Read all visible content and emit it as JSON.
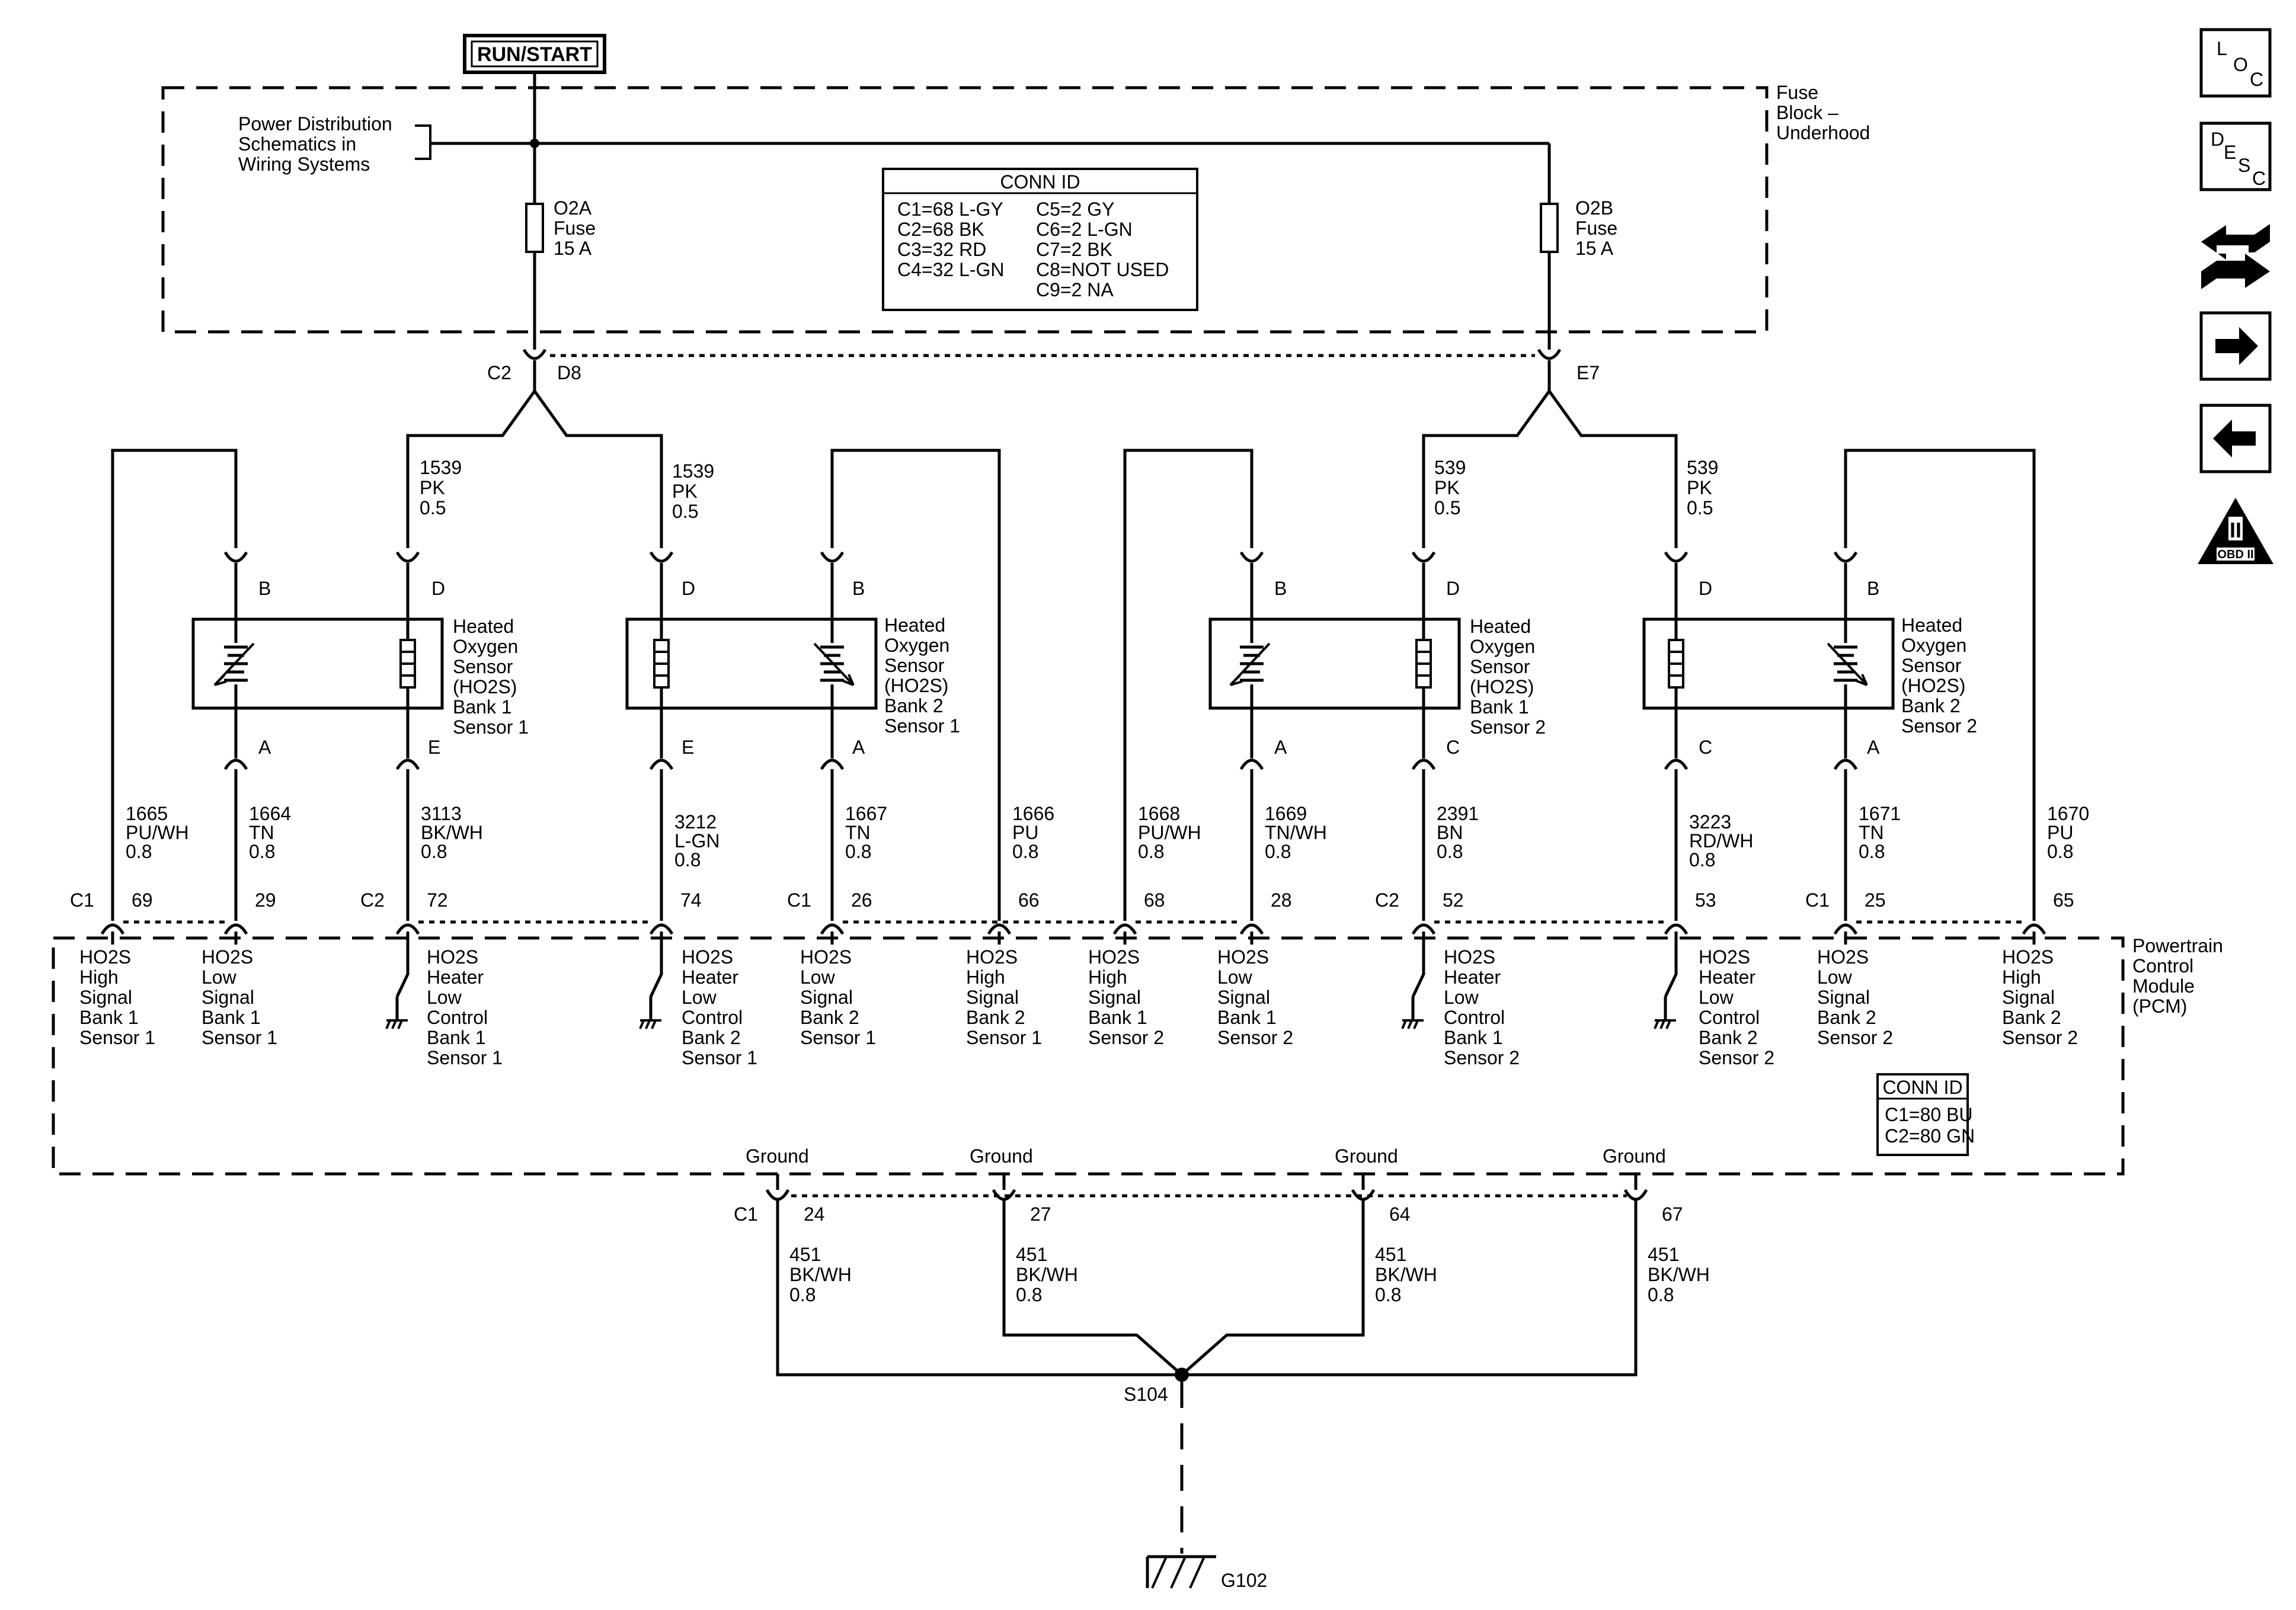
{
  "supply": {
    "label": "RUN/START"
  },
  "fuse_block": {
    "label": [
      "Fuse",
      "Block –",
      "Underhood"
    ],
    "power_ref": [
      "Power Distribution",
      "Schematics in",
      "Wiring Systems"
    ],
    "fuse_left": [
      "O2A",
      "Fuse",
      "15 A"
    ],
    "fuse_right": [
      "O2B",
      "Fuse",
      "15 A"
    ],
    "conn_title": "CONN ID",
    "conn_col1": [
      "C1=68 L-GY",
      "C2=68 BK",
      "C3=32 RD",
      "C4=32 L-GN"
    ],
    "conn_col2": [
      "C5=2 GY",
      "C6=2 L-GN",
      "C7=2 BK",
      "C8=NOT USED",
      "C9=2 NA"
    ],
    "conn_left_a": "C2",
    "conn_left_b": "D8",
    "conn_right": "E7"
  },
  "feed_wires": [
    [
      "1539",
      "PK",
      "0.5"
    ],
    [
      "1539",
      "PK",
      "0.5"
    ],
    [
      "539",
      "PK",
      "0.5"
    ],
    [
      "539",
      "PK",
      "0.5"
    ]
  ],
  "sensors": [
    {
      "top": "B",
      "right_top": "D",
      "bottom": "A",
      "right_bottom": "E",
      "label": [
        "Heated",
        "Oxygen",
        "Sensor",
        "(HO2S)",
        "Bank 1",
        "Sensor 1"
      ]
    },
    {
      "left_top": "D",
      "top": "B",
      "left_bottom": "E",
      "bottom": "A",
      "label": [
        "Heated",
        "Oxygen",
        "Sensor",
        "(HO2S)",
        "Bank 2",
        "Sensor 1"
      ]
    },
    {
      "top": "B",
      "right_top": "D",
      "bottom": "A",
      "right_bottom": "C",
      "label": [
        "Heated",
        "Oxygen",
        "Sensor",
        "(HO2S)",
        "Bank 1",
        "Sensor 2"
      ]
    },
    {
      "left_top": "D",
      "top": "B",
      "left_bottom": "C",
      "bottom": "A",
      "label": [
        "Heated",
        "Oxygen",
        "Sensor",
        "(HO2S)",
        "Bank 2",
        "Sensor 2"
      ]
    }
  ],
  "pcm_wires": [
    {
      "wire": [
        "1665",
        "PU/WH",
        "0.8"
      ],
      "pin": "69",
      "conn": "C1",
      "function": [
        "HO2S",
        "High",
        "Signal",
        "Bank 1",
        "Sensor 1"
      ]
    },
    {
      "wire": [
        "1664",
        "TN",
        "0.8"
      ],
      "pin": "29",
      "function": [
        "HO2S",
        "Low",
        "Signal",
        "Bank 1",
        "Sensor 1"
      ]
    },
    {
      "wire": [
        "3113",
        "BK/WH",
        "0.8"
      ],
      "pin": "72",
      "conn": "C2",
      "function": [
        "HO2S",
        "Heater",
        "Low",
        "Control",
        "Bank 1",
        "Sensor 1"
      ]
    },
    {
      "wire": [
        "3212",
        "L-GN",
        "0.8"
      ],
      "pin": "74",
      "function": [
        "HO2S",
        "Heater",
        "Low",
        "Control",
        "Bank 2",
        "Sensor 1"
      ]
    },
    {
      "wire": [
        "1667",
        "TN",
        "0.8"
      ],
      "pin": "26",
      "conn": "C1",
      "function": [
        "HO2S",
        "Low",
        "Signal",
        "Bank 2",
        "Sensor 1"
      ]
    },
    {
      "wire": [
        "1666",
        "PU",
        "0.8"
      ],
      "pin": "66",
      "function": [
        "HO2S",
        "High",
        "Signal",
        "Bank 2",
        "Sensor 1"
      ]
    },
    {
      "wire": [
        "1668",
        "PU/WH",
        "0.8"
      ],
      "pin": "68",
      "function": [
        "HO2S",
        "High",
        "Signal",
        "Bank 1",
        "Sensor 2"
      ]
    },
    {
      "wire": [
        "1669",
        "TN/WH",
        "0.8"
      ],
      "pin": "28",
      "function": [
        "HO2S",
        "Low",
        "Signal",
        "Bank 1",
        "Sensor 2"
      ]
    },
    {
      "wire": [
        "2391",
        "BN",
        "0.8"
      ],
      "pin": "52",
      "conn": "C2",
      "function": [
        "HO2S",
        "Heater",
        "Low",
        "Control",
        "Bank 1",
        "Sensor 2"
      ]
    },
    {
      "wire": [
        "3223",
        "RD/WH",
        "0.8"
      ],
      "pin": "53",
      "function": [
        "HO2S",
        "Heater",
        "Low",
        "Control",
        "Bank 2",
        "Sensor 2"
      ]
    },
    {
      "wire": [
        "1671",
        "TN",
        "0.8"
      ],
      "pin": "25",
      "conn": "C1",
      "function": [
        "HO2S",
        "Low",
        "Signal",
        "Bank 2",
        "Sensor 2"
      ]
    },
    {
      "wire": [
        "1670",
        "PU",
        "0.8"
      ],
      "pin": "65",
      "function": [
        "HO2S",
        "High",
        "Signal",
        "Bank 2",
        "Sensor 2"
      ]
    }
  ],
  "pcm": {
    "label": [
      "Powertrain",
      "Control",
      "Module",
      "(PCM)"
    ],
    "conn_title": "CONN ID",
    "conn_lines": [
      "C1=80 BU",
      "C2=80 GN"
    ],
    "ground_label": "Ground",
    "ground_conn": "C1",
    "ground_pins": [
      "24",
      "27",
      "64",
      "67"
    ],
    "ground_wire": [
      "451",
      "BK/WH",
      "0.8"
    ]
  },
  "splice": "S104",
  "ground_point": "G102",
  "side_icons": {
    "loc": [
      "L",
      "O",
      "C"
    ],
    "desc": [
      "D",
      "E",
      "S",
      "C"
    ],
    "obd": "OBD II",
    "obd_mark": "II"
  }
}
